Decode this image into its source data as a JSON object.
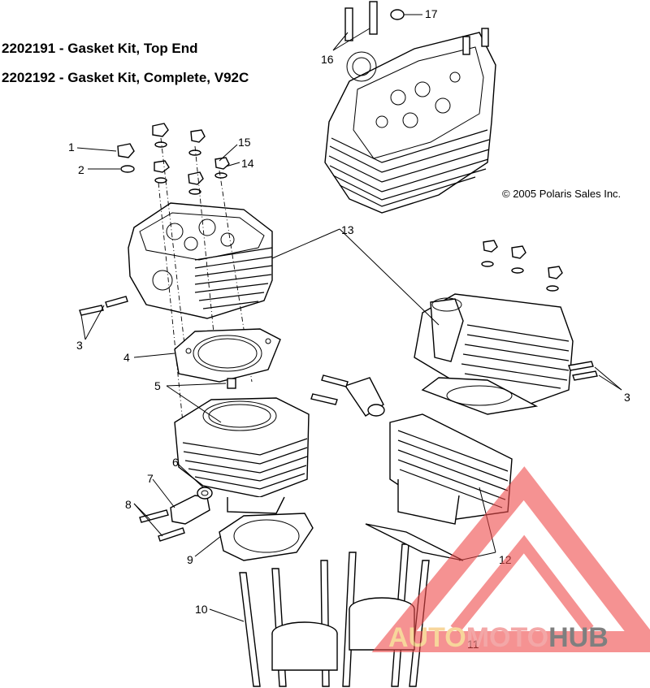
{
  "header": {
    "kit_lines": [
      "2202191 -  Gasket Kit, Top End",
      "2202192 -  Gasket Kit, Complete, V92C"
    ]
  },
  "copyright": "© 2005 Polaris Sales Inc.",
  "callouts": [
    "1",
    "2",
    "3",
    "4",
    "5",
    "6",
    "7",
    "8",
    "9",
    "10",
    "11",
    "12",
    "13",
    "14",
    "15",
    "16",
    "17",
    "3"
  ],
  "watermark": {
    "text_part_1": "AUTO",
    "text_part_2": "MOTO",
    "text_part_3": "HUB",
    "colors": {
      "auto": "#f5c97a",
      "moto": "#f08a8a",
      "hub": "#555555",
      "triangle": "#ee4a4a"
    }
  }
}
